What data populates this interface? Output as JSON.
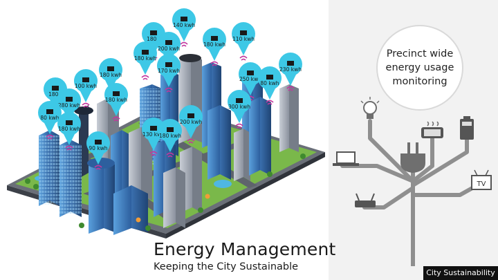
{
  "caption": {
    "title": "Energy Management",
    "subtitle": "Keeping the City Sustainable"
  },
  "panel": {
    "circle_text": "Precinct wide energy usage monitoring",
    "footer": "City Sustainability",
    "tv_label": "TV",
    "device_icons": [
      "bulb-icon",
      "heater-icon",
      "battery-icon",
      "laptop-icon",
      "plug-icon",
      "router-icon",
      "tv-icon"
    ]
  },
  "pins": [
    {
      "label": "140 kwh"
    },
    {
      "label": "180 !"
    },
    {
      "label": "200 kwh"
    },
    {
      "label": "180 kwh"
    },
    {
      "label": "110 kwh"
    },
    {
      "label": "180 kwh"
    },
    {
      "label": "170 kwh"
    },
    {
      "label": "100 kwh"
    },
    {
      "label": "180 kwh"
    },
    {
      "label": "230 kwh"
    },
    {
      "label": "250 kwh"
    },
    {
      "label": "80 kwh"
    },
    {
      "label": "180 !"
    },
    {
      "label": "280 kwh"
    },
    {
      "label": "180 kwh"
    },
    {
      "label": "300 kwh"
    },
    {
      "label": "80 kwh"
    },
    {
      "label": "180 kwh"
    },
    {
      "label": "200 kwh"
    },
    {
      "label": "130 kwh"
    },
    {
      "label": "180 kwh"
    },
    {
      "label": "90 kwh"
    }
  ],
  "colors": {
    "pin": "#3dc8e6",
    "wifi": "#c2389e",
    "building_glass": "#3d7fc6",
    "ground": "#7ab84a",
    "tree_line": "#8f8f8f",
    "plug": "#6f6f6f"
  }
}
